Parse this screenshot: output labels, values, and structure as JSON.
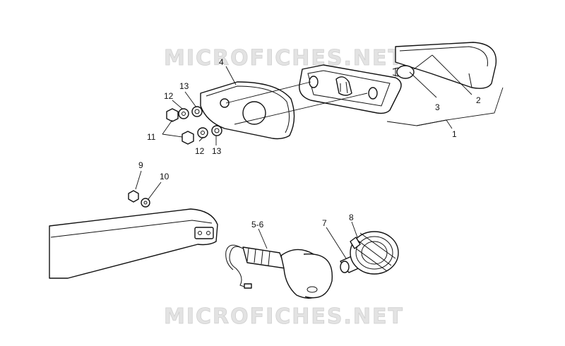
{
  "watermark": "MICROFICHES.NET",
  "callouts": {
    "c1": "1",
    "c2": "2",
    "c3": "3",
    "c4": "4",
    "c56": "5-6",
    "c7": "7",
    "c8": "8",
    "c9": "9",
    "c10": "10",
    "c11": "11",
    "c12a": "12",
    "c12b": "12",
    "c13a": "13",
    "c13b": "13"
  }
}
